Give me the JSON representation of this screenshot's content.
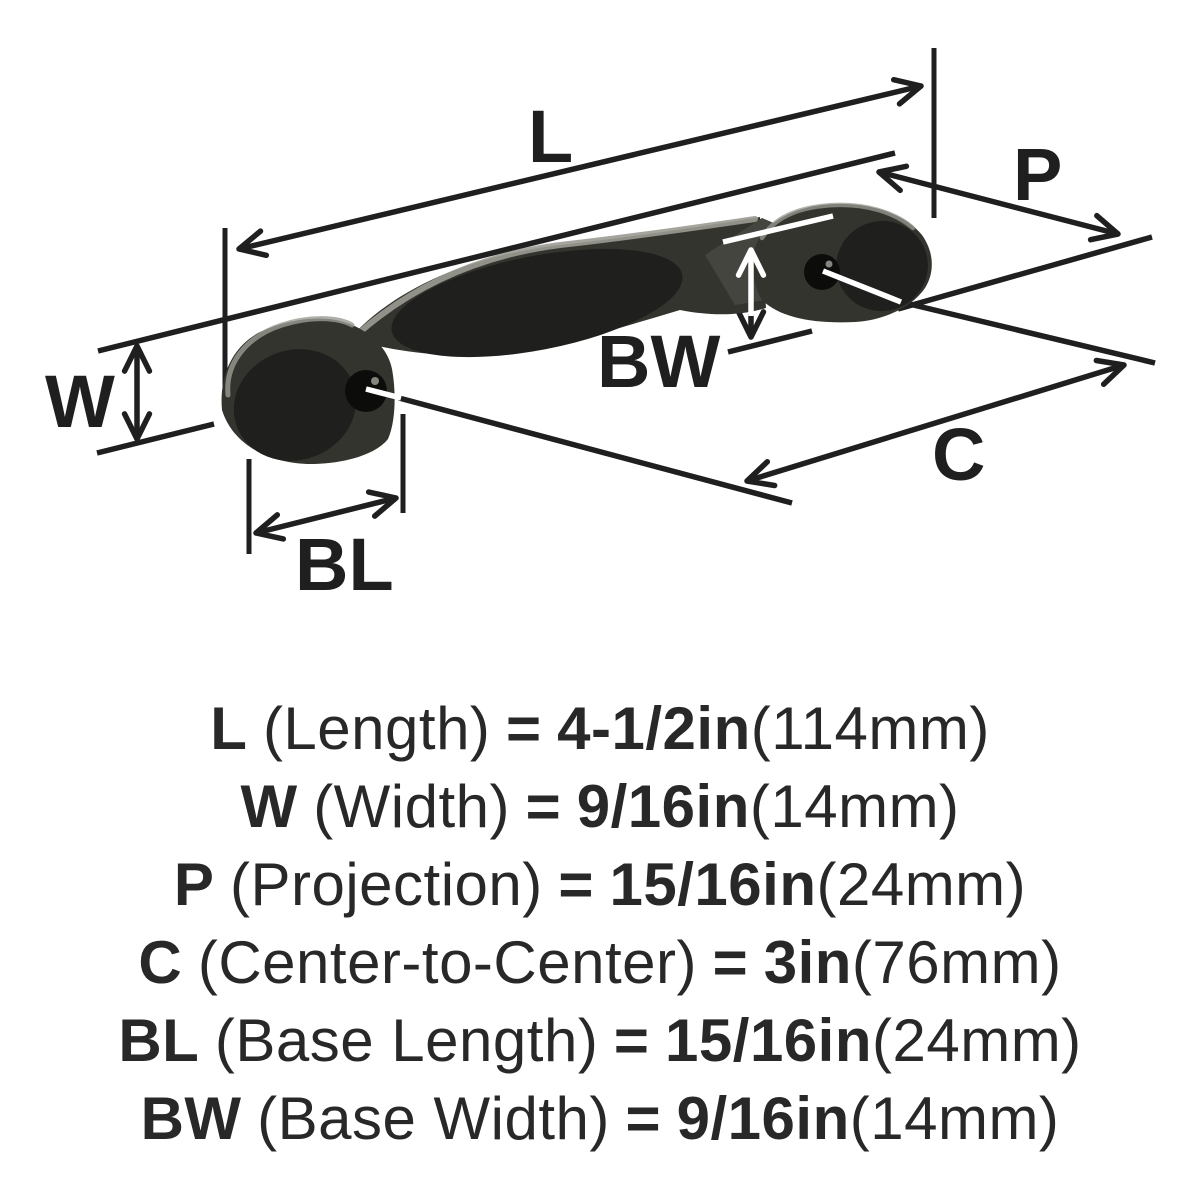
{
  "page": {
    "background": "#ffffff"
  },
  "diagram": {
    "labels": {
      "L": "L",
      "P": "P",
      "W": "W",
      "BW": "BW",
      "C": "C",
      "BL": "BL"
    },
    "colors": {
      "line": "#1f1f1f",
      "handle": "#34342f",
      "handle_face": "#1f1f1d",
      "handle_highlight": "#9b9b94",
      "screw": "#0c0c0b",
      "overlay": "#ffffff",
      "background": "#ffffff"
    }
  },
  "specs": [
    {
      "code": "L",
      "name": "(Length)",
      "equals": "=",
      "imperial": "4-1/2in",
      "metric": "(114mm)"
    },
    {
      "code": "W",
      "name": "(Width)",
      "equals": "=",
      "imperial": "9/16in",
      "metric": "(14mm)"
    },
    {
      "code": "P",
      "name": "(Projection)",
      "equals": "=",
      "imperial": "15/16in",
      "metric": "(24mm)"
    },
    {
      "code": "C",
      "name": "(Center-to-Center)",
      "equals": "=",
      "imperial": "3in",
      "metric": "(76mm)"
    },
    {
      "code": "BL",
      "name": "(Base Length)",
      "equals": "=",
      "imperial": "15/16in",
      "metric": "(24mm)"
    },
    {
      "code": "BW",
      "name": "(Base Width)",
      "equals": "=",
      "imperial": "9/16in",
      "metric": "(14mm)"
    }
  ]
}
